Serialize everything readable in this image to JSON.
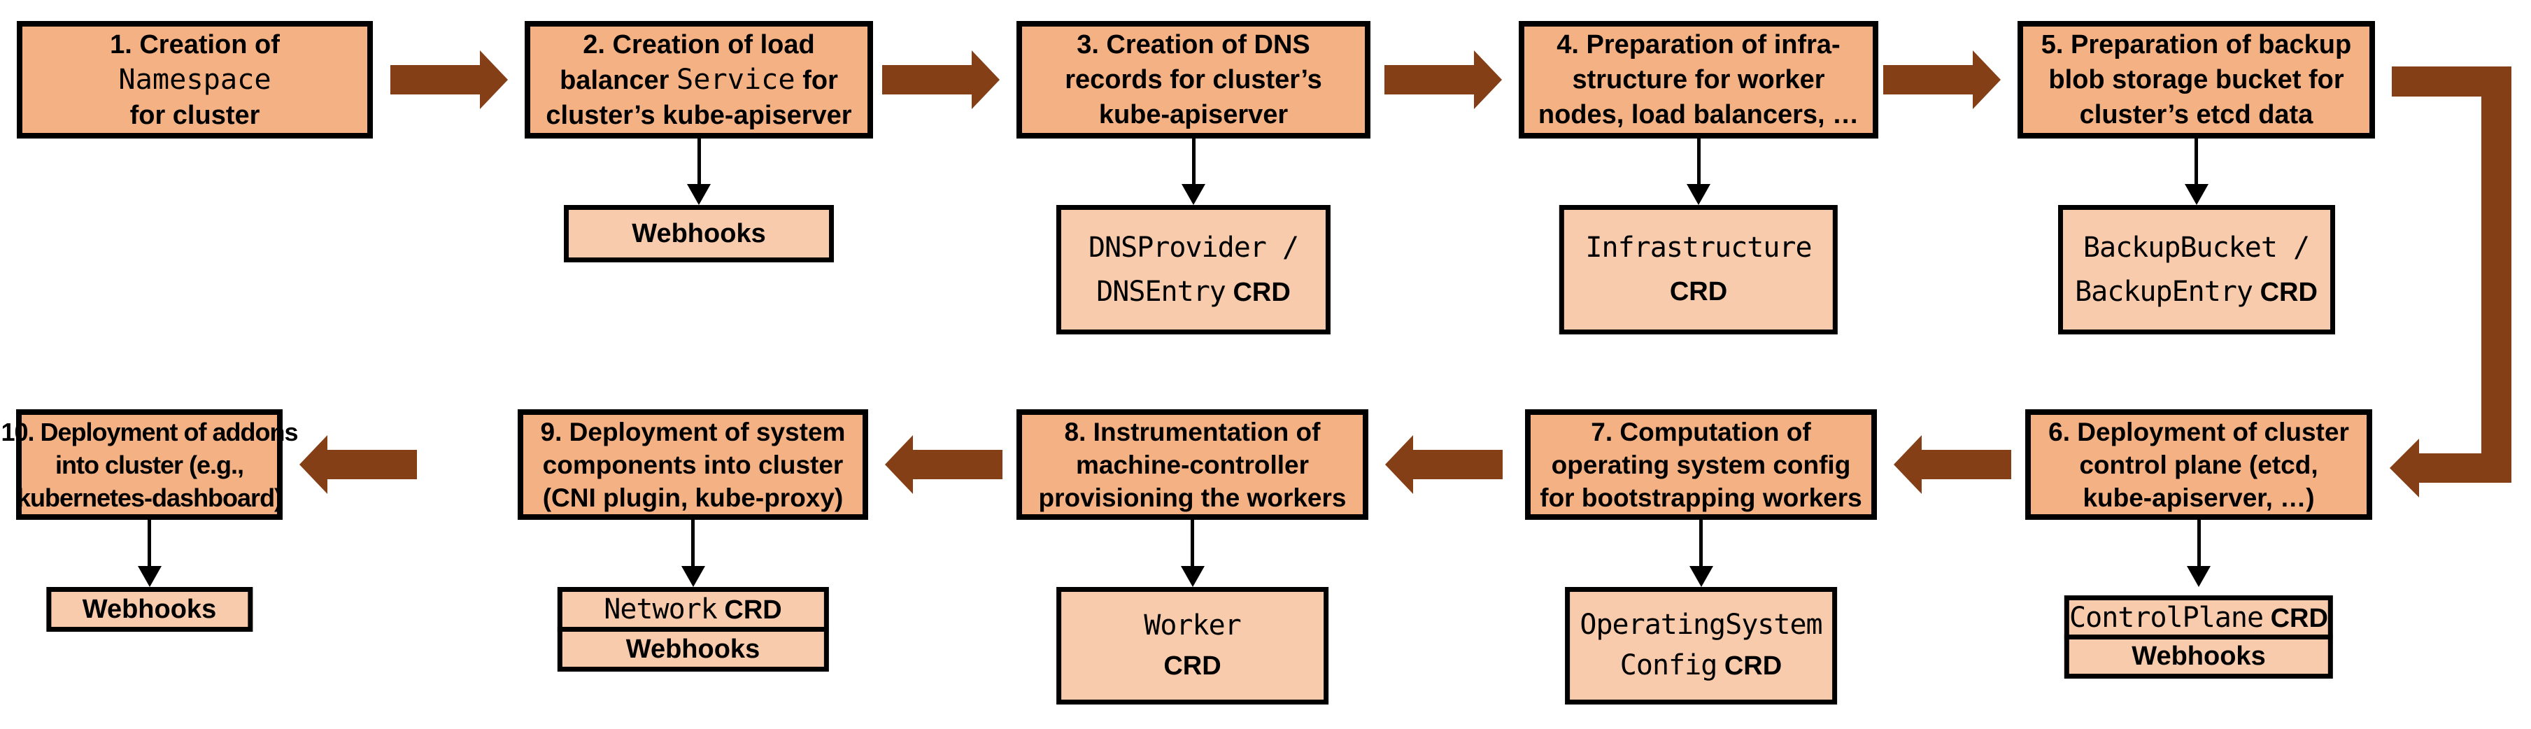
{
  "diagram": {
    "description": "Cluster creation flow: 10 numbered steps with CRD and webhook extension points",
    "colors": {
      "step_fill": "#F4B183",
      "crd_fill": "#F8CBAD",
      "arrow_fill": "#853F17",
      "border": "#000000"
    },
    "steps": [
      {
        "id": 1,
        "row": 1,
        "main_lines": [
          [
            {
              "text": "1. Creation of"
            }
          ],
          [
            {
              "text": "Namespace",
              "mono": true
            }
          ],
          [
            {
              "text": "for cluster"
            }
          ]
        ],
        "subs": []
      },
      {
        "id": 2,
        "row": 1,
        "main_lines": [
          [
            {
              "text": "2. Creation of load"
            }
          ],
          [
            {
              "text": "balancer "
            },
            {
              "text": "Service",
              "mono": true
            },
            {
              "text": " for"
            }
          ],
          [
            {
              "text": "cluster’s kube-apiserver"
            }
          ]
        ],
        "subs": [
          {
            "lines": [
              [
                {
                  "text": "Webhooks"
                }
              ]
            ]
          }
        ]
      },
      {
        "id": 3,
        "row": 1,
        "main_lines": [
          [
            {
              "text": "3. Creation of DNS"
            }
          ],
          [
            {
              "text": "records for cluster’s"
            }
          ],
          [
            {
              "text": "kube-apiserver"
            }
          ]
        ],
        "subs": [
          {
            "lines": [
              [
                {
                  "text": "DNSProvider /",
                  "mono": true
                }
              ],
              [
                {
                  "text": "DNSEntry",
                  "mono": true
                },
                {
                  "text": " CRD"
                }
              ]
            ]
          }
        ]
      },
      {
        "id": 4,
        "row": 1,
        "main_lines": [
          [
            {
              "text": "4. Preparation of infra-"
            }
          ],
          [
            {
              "text": "structure for worker"
            }
          ],
          [
            {
              "text": "nodes, load balancers, …"
            }
          ]
        ],
        "subs": [
          {
            "lines": [
              [
                {
                  "text": "Infrastructure",
                  "mono": true
                }
              ],
              [
                {
                  "text": "CRD"
                }
              ]
            ]
          }
        ]
      },
      {
        "id": 5,
        "row": 1,
        "main_lines": [
          [
            {
              "text": "5. Preparation of backup"
            }
          ],
          [
            {
              "text": "blob storage bucket for"
            }
          ],
          [
            {
              "text": "cluster’s etcd data"
            }
          ]
        ],
        "subs": [
          {
            "lines": [
              [
                {
                  "text": "BackupBucket /",
                  "mono": true
                }
              ],
              [
                {
                  "text": "BackupEntry",
                  "mono": true
                },
                {
                  "text": " CRD"
                }
              ]
            ]
          }
        ]
      },
      {
        "id": 6,
        "row": 2,
        "main_lines": [
          [
            {
              "text": "6. Deployment of cluster"
            }
          ],
          [
            {
              "text": "control plane (etcd,"
            }
          ],
          [
            {
              "text": "kube-apiserver, …)"
            }
          ]
        ],
        "subs": [
          {
            "lines": [
              [
                {
                  "text": "ControlPlane",
                  "mono": true
                },
                {
                  "text": " CRD"
                }
              ]
            ]
          },
          {
            "lines": [
              [
                {
                  "text": "Webhooks"
                }
              ]
            ]
          }
        ]
      },
      {
        "id": 7,
        "row": 2,
        "main_lines": [
          [
            {
              "text": "7. Computation of"
            }
          ],
          [
            {
              "text": "operating system config"
            }
          ],
          [
            {
              "text": "for bootstrapping workers"
            }
          ]
        ],
        "subs": [
          {
            "lines": [
              [
                {
                  "text": "OperatingSystem",
                  "mono": true
                }
              ],
              [
                {
                  "text": "Config",
                  "mono": true
                },
                {
                  "text": " CRD"
                }
              ]
            ]
          }
        ]
      },
      {
        "id": 8,
        "row": 2,
        "main_lines": [
          [
            {
              "text": "8. Instrumentation of"
            }
          ],
          [
            {
              "text": "machine-controller"
            }
          ],
          [
            {
              "text": "provisioning the workers"
            }
          ]
        ],
        "subs": [
          {
            "lines": [
              [
                {
                  "text": "Worker",
                  "mono": true
                }
              ],
              [
                {
                  "text": "CRD"
                }
              ]
            ]
          }
        ]
      },
      {
        "id": 9,
        "row": 2,
        "main_lines": [
          [
            {
              "text": "9. Deployment of system"
            }
          ],
          [
            {
              "text": "components into cluster"
            }
          ],
          [
            {
              "text": "(CNI plugin, kube-proxy)"
            }
          ]
        ],
        "subs": [
          {
            "lines": [
              [
                {
                  "text": "Network",
                  "mono": true
                },
                {
                  "text": " CRD"
                }
              ]
            ]
          },
          {
            "lines": [
              [
                {
                  "text": "Webhooks"
                }
              ]
            ]
          }
        ]
      },
      {
        "id": 10,
        "row": 2,
        "main_lines": [
          [
            {
              "text": "10. Deployment of addons"
            }
          ],
          [
            {
              "text": "into cluster (e.g.,"
            }
          ],
          [
            {
              "text": "kubernetes-dashboard)"
            }
          ]
        ],
        "subs": [
          {
            "lines": [
              [
                {
                  "text": "Webhooks"
                }
              ]
            ]
          }
        ]
      }
    ],
    "flow": {
      "top_row_direction": "left-to-right",
      "bottom_row_direction": "right-to-left",
      "right_arrows": 4,
      "left_arrows": 4,
      "elbow_arrow": "step 5 to step 6"
    }
  }
}
